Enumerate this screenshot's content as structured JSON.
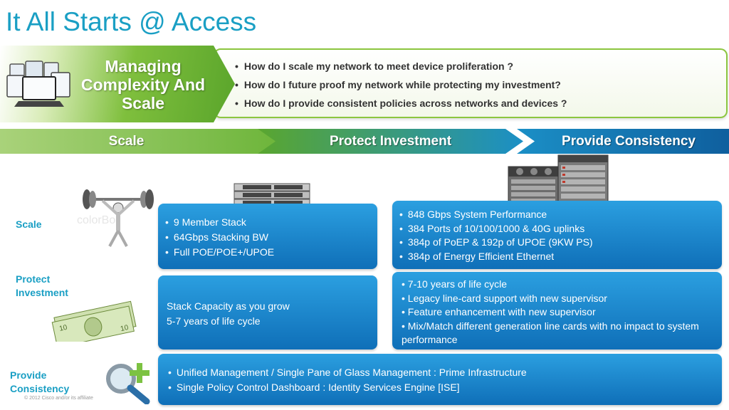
{
  "title": "It All Starts @ Access",
  "header": {
    "panel_title": "Managing Complexity And Scale",
    "questions": [
      "How do I scale my network to meet device proliferation ?",
      "How do I future proof my network  while protecting my investment?",
      "How do I provide consistent policies across networks and devices ?"
    ]
  },
  "arrows": [
    "Scale",
    "Protect Investment",
    "Provide Consistency"
  ],
  "row_labels": {
    "scale": "Scale",
    "protect": "Protect Investment",
    "consistency": "Provide Consistency"
  },
  "stack_box": {
    "items": [
      "9 Member Stack",
      "64Gbps Stacking BW",
      "Full POE/POE+/UPOE"
    ]
  },
  "chassis_box": {
    "items": [
      "848 Gbps System Performance",
      "384 Ports of 10/100/1000 & 40G uplinks",
      "384p of PoEP & 192p of UPOE (9KW PS)",
      "384p of Energy Efficient Ethernet"
    ]
  },
  "stack_protect_box": {
    "lines": [
      "Stack Capacity as you grow",
      "5-7 years of life cycle"
    ]
  },
  "chassis_protect_box": {
    "items": [
      "7-10 years of life cycle",
      "Legacy line-card support with new supervisor",
      "Feature enhancement with new supervisor",
      "Mix/Match different generation line cards with no impact to system performance"
    ]
  },
  "consistency_box": {
    "items": [
      "Unified Management / Single Pane of Glass Management : Prime Infrastructure",
      "Single Policy Control Dashboard : Identity Services Engine [ISE]"
    ]
  },
  "copyright": "© 2012 Cisco and/or its affiliate",
  "colors": {
    "title": "#1a9fc4",
    "green": "#6db53a",
    "blue": "#1b8fc6"
  }
}
